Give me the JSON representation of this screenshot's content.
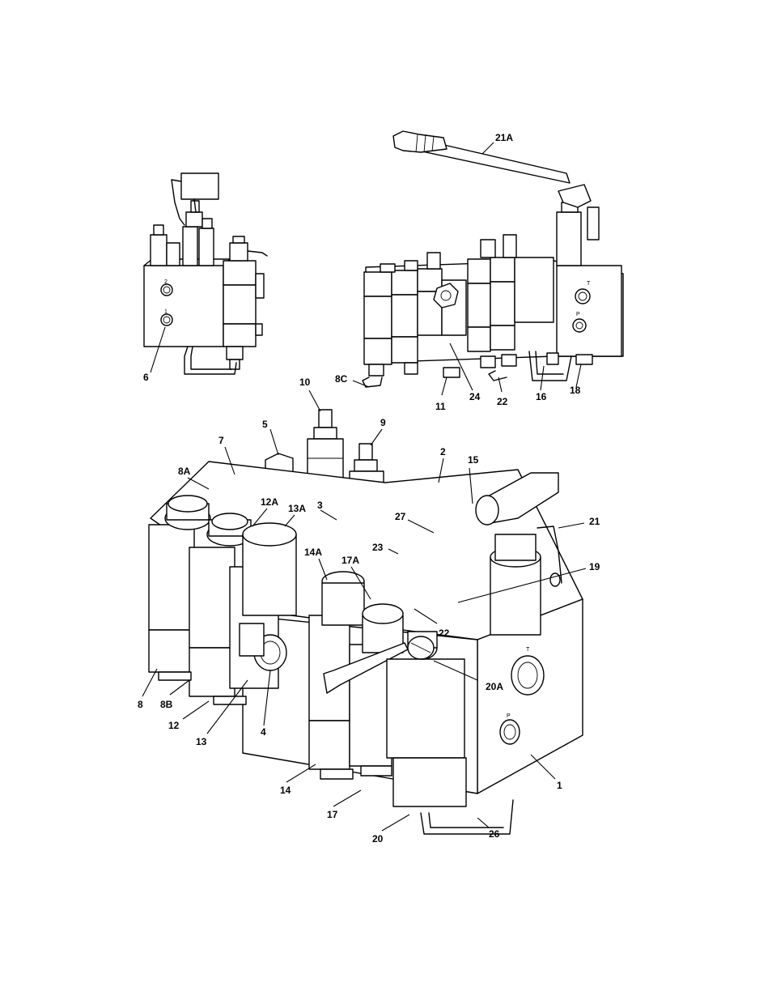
{
  "callouts": {
    "c21A": "21A",
    "c6": "6",
    "c8C": "8C",
    "c10": "10",
    "c11": "11",
    "c24": "24",
    "c22_top": "22",
    "c16": "16",
    "c18": "18",
    "c5": "5",
    "c9": "9",
    "c7": "7",
    "c8A": "8A",
    "c2": "2",
    "c15": "15",
    "c12A": "12A",
    "c13A": "13A",
    "c3": "3",
    "c27": "27",
    "c21": "21",
    "c23": "23",
    "c14A": "14A",
    "c17A": "17A",
    "c19": "19",
    "c22_bottom": "22",
    "c20A": "20A",
    "c8": "8",
    "c8B": "8B",
    "c12": "12",
    "c13": "13",
    "c4": "4",
    "c1": "1",
    "c14": "14",
    "c17": "17",
    "c20": "20",
    "c26": "26"
  },
  "port_marks": {
    "side_2": "2",
    "side_1": "1",
    "rear_T": "T",
    "rear_P": "P",
    "main_T": "T",
    "main_P": "P"
  }
}
